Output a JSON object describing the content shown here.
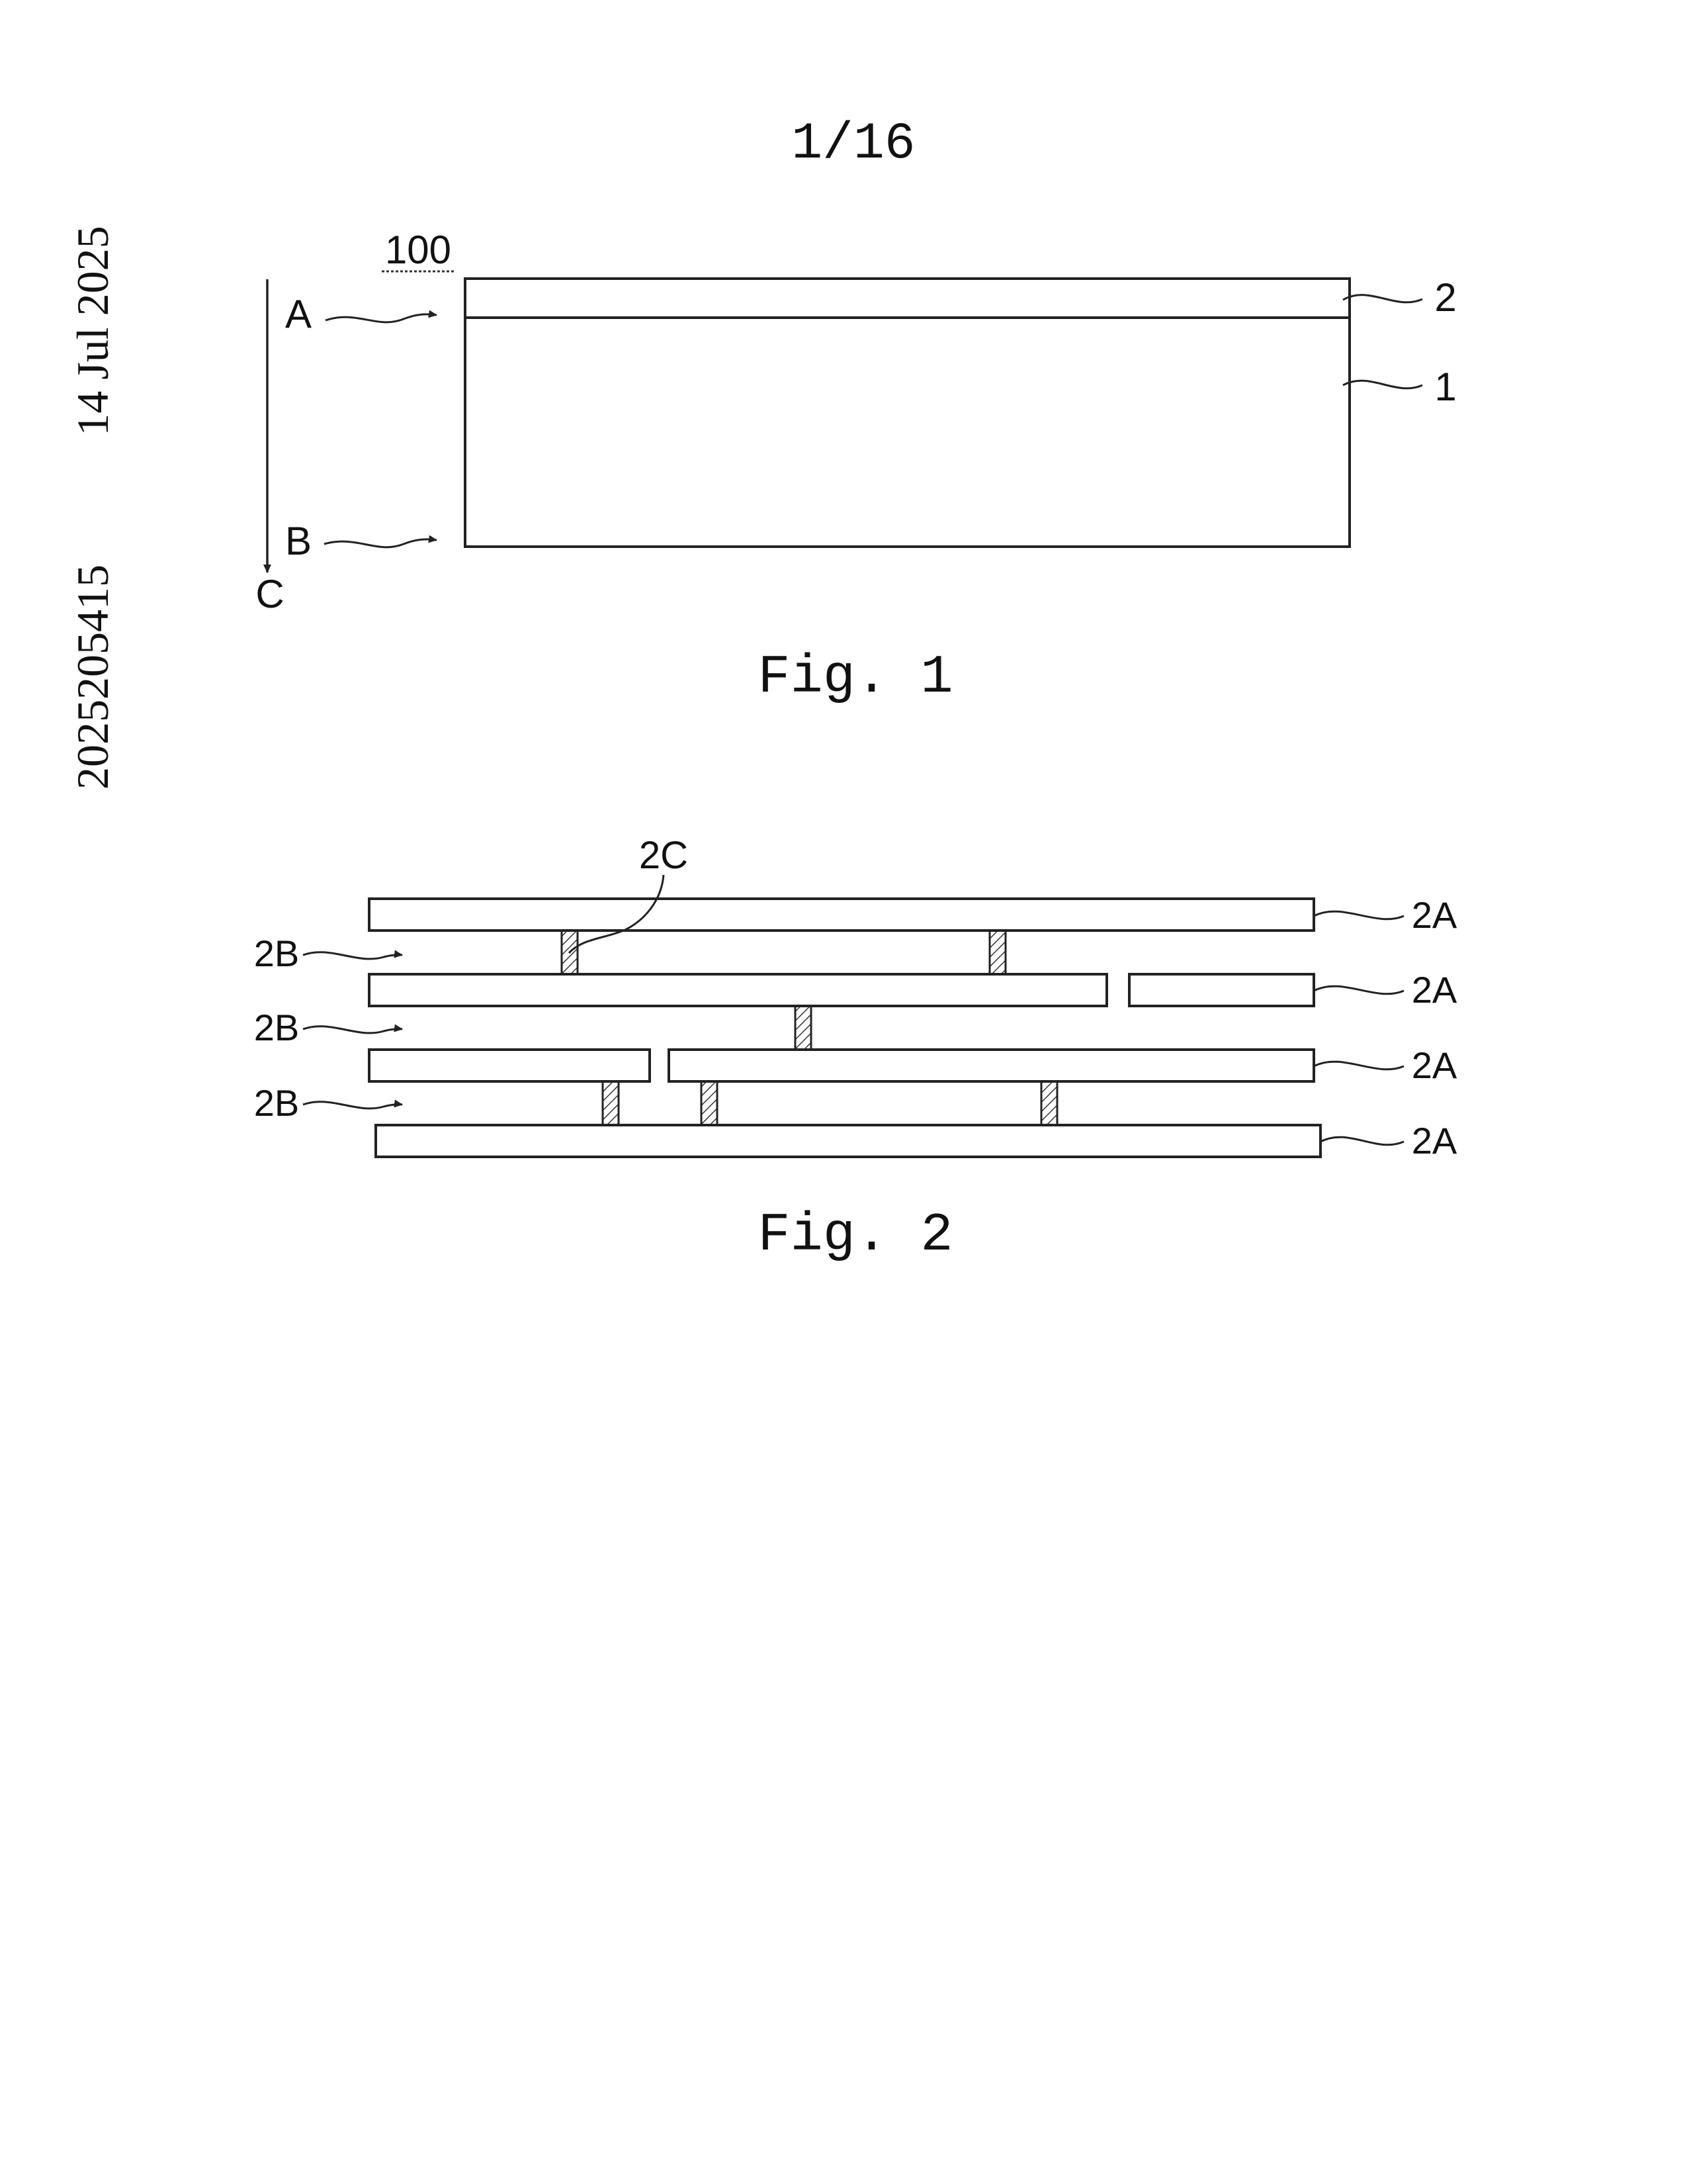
{
  "sheet": {
    "page_number": "1/16",
    "date": "14 Jul 2025",
    "application_number": "2025205415"
  },
  "fig1": {
    "caption": "Fig. 1",
    "ref_assembly": "100",
    "ref_top_layer": "2",
    "ref_substrate": "1",
    "label_a": "A",
    "label_b": "B",
    "label_c": "C"
  },
  "fig2": {
    "caption": "Fig. 2",
    "ref_pillar": "2C",
    "ref_sheets": [
      "2A",
      "2A",
      "2A",
      "2A"
    ],
    "ref_gaps": [
      "2B",
      "2B",
      "2B"
    ]
  }
}
